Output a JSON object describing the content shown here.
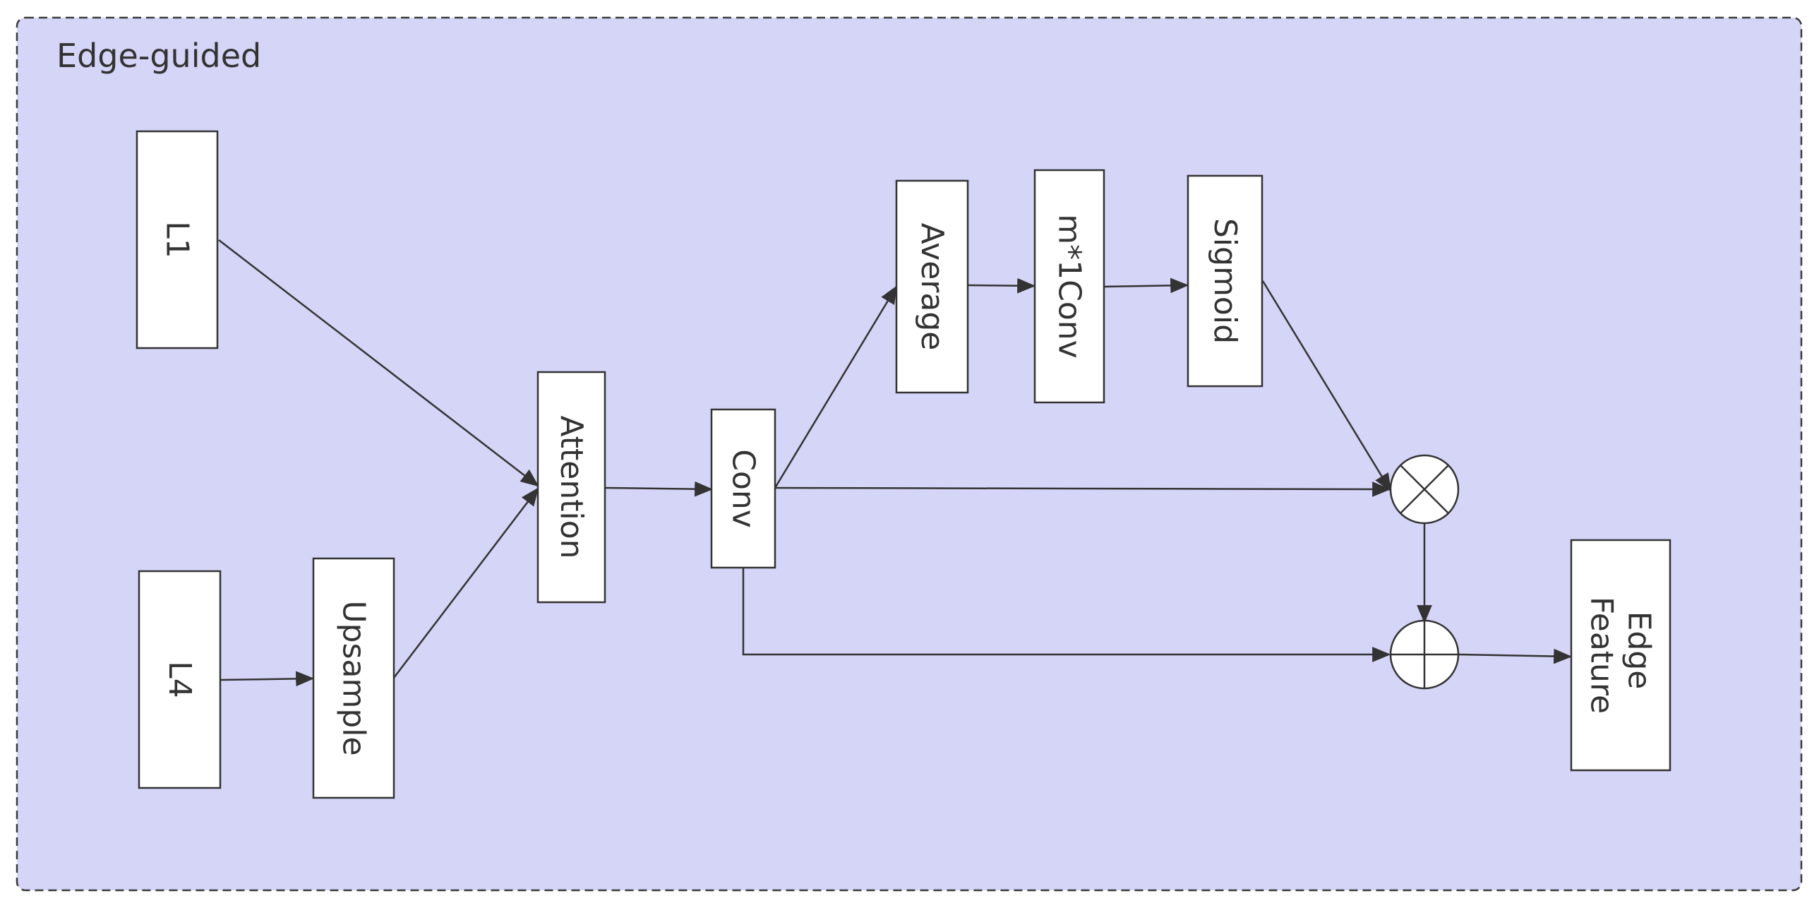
{
  "diagram": {
    "title": "Edge-guided",
    "nodes": {
      "l1": "L1",
      "l4": "L4",
      "upsample": "Upsample",
      "attention": "Attention",
      "conv": "Conv",
      "average": "Average",
      "m1conv": "m*1Conv",
      "sigmoid": "Sigmoid",
      "edge_feature_line1": "Edge",
      "edge_feature_line2": "Feature"
    },
    "operators": {
      "multiply": "multiply-icon",
      "add": "add-icon"
    },
    "edges": [
      {
        "from": "L1",
        "to": "Attention"
      },
      {
        "from": "L4",
        "to": "Upsample"
      },
      {
        "from": "Upsample",
        "to": "Attention"
      },
      {
        "from": "Attention",
        "to": "Conv"
      },
      {
        "from": "Conv",
        "to": "Average"
      },
      {
        "from": "Average",
        "to": "m*1Conv"
      },
      {
        "from": "m*1Conv",
        "to": "Sigmoid"
      },
      {
        "from": "Sigmoid",
        "to": "multiply"
      },
      {
        "from": "Conv",
        "to": "multiply"
      },
      {
        "from": "multiply",
        "to": "add"
      },
      {
        "from": "Conv",
        "to": "add"
      },
      {
        "from": "add",
        "to": "Edge Feature"
      }
    ],
    "colors": {
      "panel": "#d4d5f7",
      "box": "#ffffff",
      "stroke": "#333333"
    }
  }
}
